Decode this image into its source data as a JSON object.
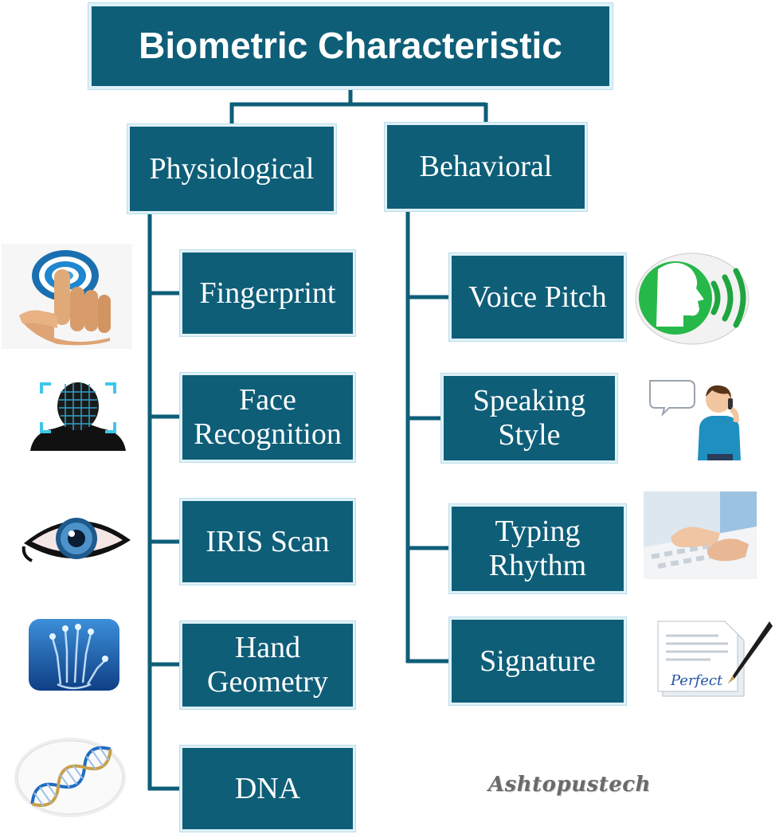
{
  "title": "Biometric Characteristic",
  "categories": {
    "physiological": "Physiological",
    "behavioral": "Behavioral"
  },
  "physiological_items": {
    "fingerprint": "Fingerprint",
    "face_recognition": "Face\nRecognition",
    "iris_scan": "IRIS Scan",
    "hand_geometry": "Hand\nGeometry",
    "dna": "DNA"
  },
  "behavioral_items": {
    "voice_pitch": "Voice Pitch",
    "speaking_style": "Speaking\nStyle",
    "typing_rhythm": "Typing\nRhythm",
    "signature": "Signature"
  },
  "signature_icon_text": "Perfect",
  "watermark": "Ashtopustech",
  "colors": {
    "box_fill": "#0e5e78",
    "connector": "#0e5e78",
    "text": "#ffffff"
  }
}
